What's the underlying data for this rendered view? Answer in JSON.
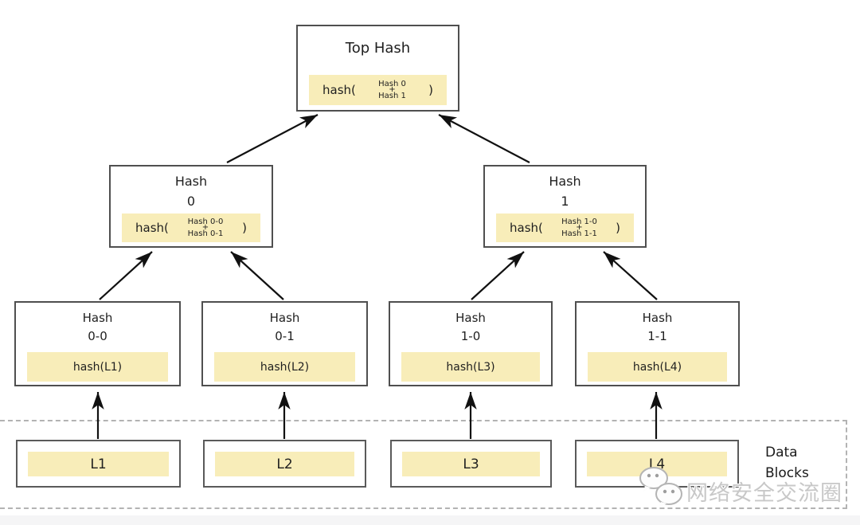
{
  "labels": {
    "hash_open": "hash(",
    "plus": "+",
    "hash_close": ")"
  },
  "nodes": {
    "top": {
      "title": "Top Hash",
      "args": [
        "Hash 0",
        "Hash 1"
      ]
    },
    "internal0": {
      "title": [
        "Hash",
        "0"
      ],
      "args": [
        "Hash 0-0",
        "Hash 0-1"
      ]
    },
    "internal1": {
      "title": [
        "Hash",
        "1"
      ],
      "args": [
        "Hash 1-0",
        "Hash 1-1"
      ]
    },
    "leaf00": {
      "title": [
        "Hash",
        "0-0"
      ],
      "hash_label": "hash(L1)"
    },
    "leaf01": {
      "title": [
        "Hash",
        "0-1"
      ],
      "hash_label": "hash(L2)"
    },
    "leaf10": {
      "title": [
        "Hash",
        "1-0"
      ],
      "hash_label": "hash(L3)"
    },
    "leaf11": {
      "title": [
        "Hash",
        "1-1"
      ],
      "hash_label": "hash(L4)"
    }
  },
  "data_blocks": [
    "L1",
    "L2",
    "L3",
    "L4"
  ],
  "region_label": [
    "Data",
    "Blocks"
  ],
  "watermark": {
    "text": "网络安全交流圈",
    "icon": "wechat-bubbles-icon"
  },
  "colors": {
    "highlight": "#f8edb9",
    "box_border": "#4f4f4f",
    "arrow": "#111111",
    "dashed_border": "#b3b3b3",
    "watermark_text": "#c8c8c8"
  }
}
